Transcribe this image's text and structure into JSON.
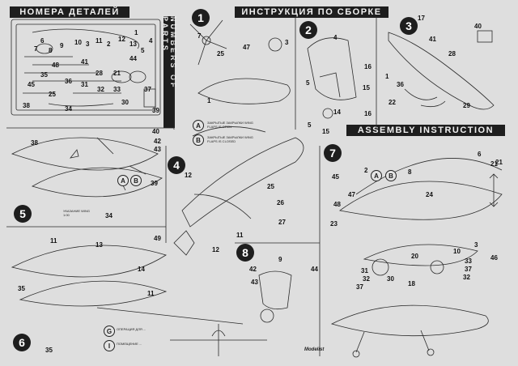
{
  "headers": {
    "ru_parts": "НОМЕРА ДЕТАЛЕЙ",
    "ru_instruction": "ИНСТРУКЦИЯ ПО СБОРКЕ",
    "en_parts": "NUMBERS OF PARTS",
    "en_assembly": "ASSEMBLY INSTRUCTION"
  },
  "steps": [
    "1",
    "2",
    "3",
    "4",
    "5",
    "6",
    "7",
    "8"
  ],
  "markers": {
    "a": "A",
    "b": "B",
    "g": "G",
    "i": "I"
  },
  "step1_captions": {
    "a": "ЗАКРЫТЫЕ ЗАКРЫЛКИ WING FLAPS IS OPEN",
    "b": "ЗАКРЫТЫЕ ЗАКРЫЛКИ WING FLAPS IS CLOSED"
  },
  "step5_caption": "УКАЗАНИЕ WING 1:00",
  "step6_captions": {
    "g": "ОПЕРАЦИЯ ДЛЯ ...",
    "i": "ПОМЕЩЕНИЕ ..."
  },
  "brand": "Modelist",
  "part_numbers": {
    "p_parts": [
      "6",
      "7",
      "8",
      "9",
      "10",
      "3",
      "11",
      "2",
      "12",
      "13",
      "5",
      "48",
      "35",
      "45",
      "36",
      "34",
      "38",
      "37",
      "39",
      "40",
      "42",
      "43",
      "25",
      "31",
      "32",
      "33",
      "30",
      "1",
      "4",
      "28",
      "41",
      "44",
      "21"
    ],
    "s1": [
      "7",
      "25",
      "47",
      "3",
      "1"
    ],
    "s2": [
      "4",
      "16",
      "5",
      "15",
      "14",
      "16",
      "5",
      "15"
    ],
    "s3": [
      "17",
      "40",
      "41",
      "28",
      "1",
      "36",
      "22",
      "29"
    ],
    "s4": [
      "12",
      "12",
      "26",
      "27",
      "25",
      "11"
    ],
    "s5": [
      "38",
      "39",
      "34"
    ],
    "s6": [
      "11",
      "13",
      "49",
      "14",
      "35",
      "11",
      "35"
    ],
    "s7": [
      "2",
      "8",
      "45",
      "6",
      "21",
      "47",
      "48",
      "24",
      "23",
      "31",
      "32",
      "37",
      "30",
      "10",
      "20",
      "33",
      "37",
      "18",
      "32",
      "3",
      "46",
      "21"
    ],
    "s8": [
      "9",
      "42",
      "44",
      "43"
    ]
  }
}
